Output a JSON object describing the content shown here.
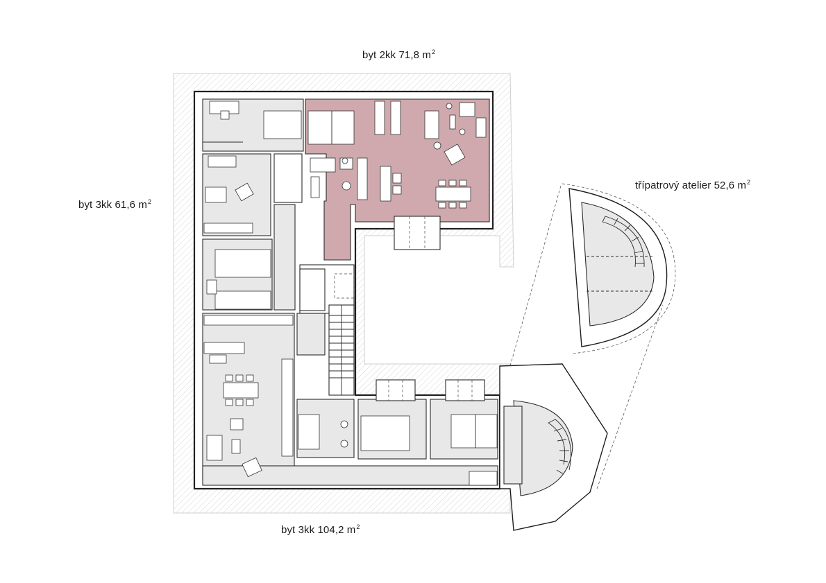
{
  "labels": {
    "top": {
      "text": "byt 2kk 71,8 m",
      "sup": "2"
    },
    "left": {
      "text": "byt 3kk 61,6 m",
      "sup": "2"
    },
    "bottom": {
      "text": "byt 3kk 104,2 m",
      "sup": "2"
    },
    "right": {
      "text": "třípatrový atelier 52,6 m",
      "sup": "2"
    }
  },
  "colors": {
    "highlight_unit": "#cfa9ad",
    "unit_fill": "#e8e8e8",
    "terrace": "#eeeeee",
    "walls": "#1f1f1f"
  }
}
